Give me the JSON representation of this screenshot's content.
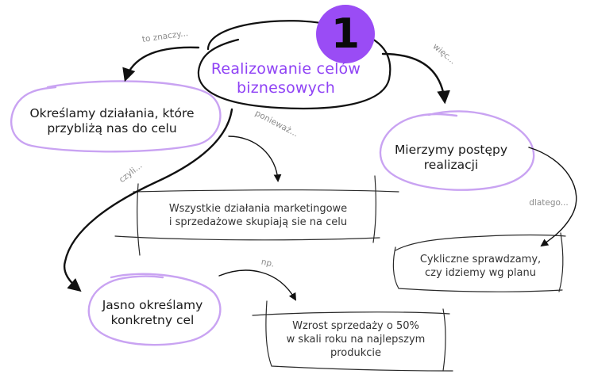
{
  "main": {
    "badge": "1",
    "title": "Realizowanie celów\nbiznesowych"
  },
  "nodes": {
    "actions": "Określamy działania, które\nprzybliżą nas do celu",
    "measure": "Mierzymy postępy\nrealizacji",
    "goal": "Jasno określamy\nkonkretny cel"
  },
  "boxes": {
    "focus": "Wszystkie działania marketingowe\ni sprzedażowe skupiają sie na celu",
    "check": "Cykliczne sprawdzamy,\nczy idziemy wg planu",
    "example": "Wzrost sprzedaży o 50%\nw skali roku na najlepszym\nprodukcie"
  },
  "links": {
    "to_znaczy": "to znaczy...",
    "wiec": "więc...",
    "poniewaz": "ponieważ...",
    "czyli": "czyli...",
    "dlatego": "dlatego...",
    "np": "np."
  },
  "colors": {
    "accent": "#9a4cf5",
    "purple_outline": "#c9a3f2",
    "ink": "#1a1a1a",
    "muted": "#8a8a8a"
  }
}
